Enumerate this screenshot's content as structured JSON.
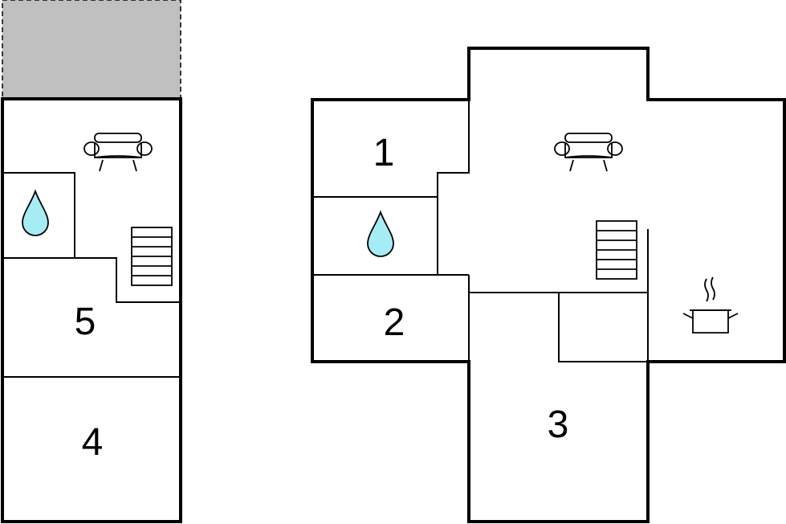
{
  "floors": [
    {
      "name": "left-floor",
      "rooms": [
        {
          "id": "room-5",
          "label": "5"
        },
        {
          "id": "room-4",
          "label": "4"
        }
      ],
      "icons": [
        "sofa-icon",
        "water-drop-icon",
        "stairs-icon"
      ],
      "terrace_color": "#c0c0c0"
    },
    {
      "name": "right-floor",
      "rooms": [
        {
          "id": "room-1",
          "label": "1"
        },
        {
          "id": "room-2",
          "label": "2"
        },
        {
          "id": "room-3",
          "label": "3"
        }
      ],
      "icons": [
        "sofa-icon",
        "water-drop-icon",
        "stairs-icon",
        "cooking-pot-icon"
      ]
    }
  ],
  "colors": {
    "wall": "#000000",
    "water": "#a6ecf5",
    "terrace": "#c0c0c0"
  }
}
